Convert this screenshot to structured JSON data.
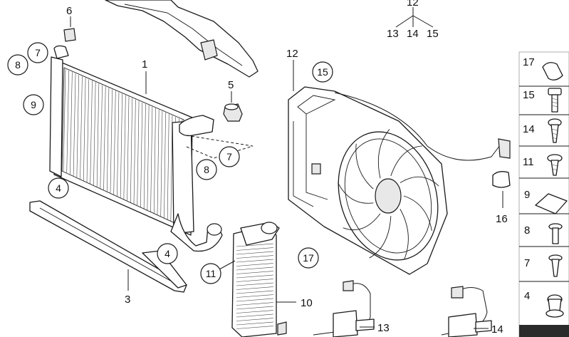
{
  "callouts": {
    "l1": "1",
    "l3": "3",
    "l5": "5",
    "l6": "6",
    "l10": "10",
    "l12_top": "12",
    "l13_top": "13",
    "l14_top": "14",
    "l15_top": "15",
    "l12": "12",
    "l13": "13",
    "l14": "14",
    "l16": "16"
  },
  "circled": {
    "c7a": "7",
    "c8a": "8",
    "c9": "9",
    "c7b": "7",
    "c8b": "8",
    "c4a": "4",
    "c4b": "4",
    "c11": "11",
    "c17": "17",
    "c15": "15"
  },
  "sidebar": {
    "items": [
      "17",
      "15",
      "14",
      "11",
      "9",
      "8",
      "7",
      "4"
    ]
  }
}
